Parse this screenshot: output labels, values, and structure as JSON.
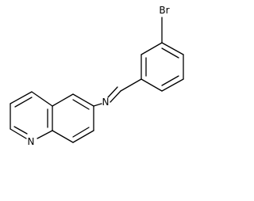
{
  "molecule": {
    "atoms": {
      "bromine": "Br",
      "imine_nitrogen": "N",
      "quinoline_nitrogen": "N"
    }
  }
}
